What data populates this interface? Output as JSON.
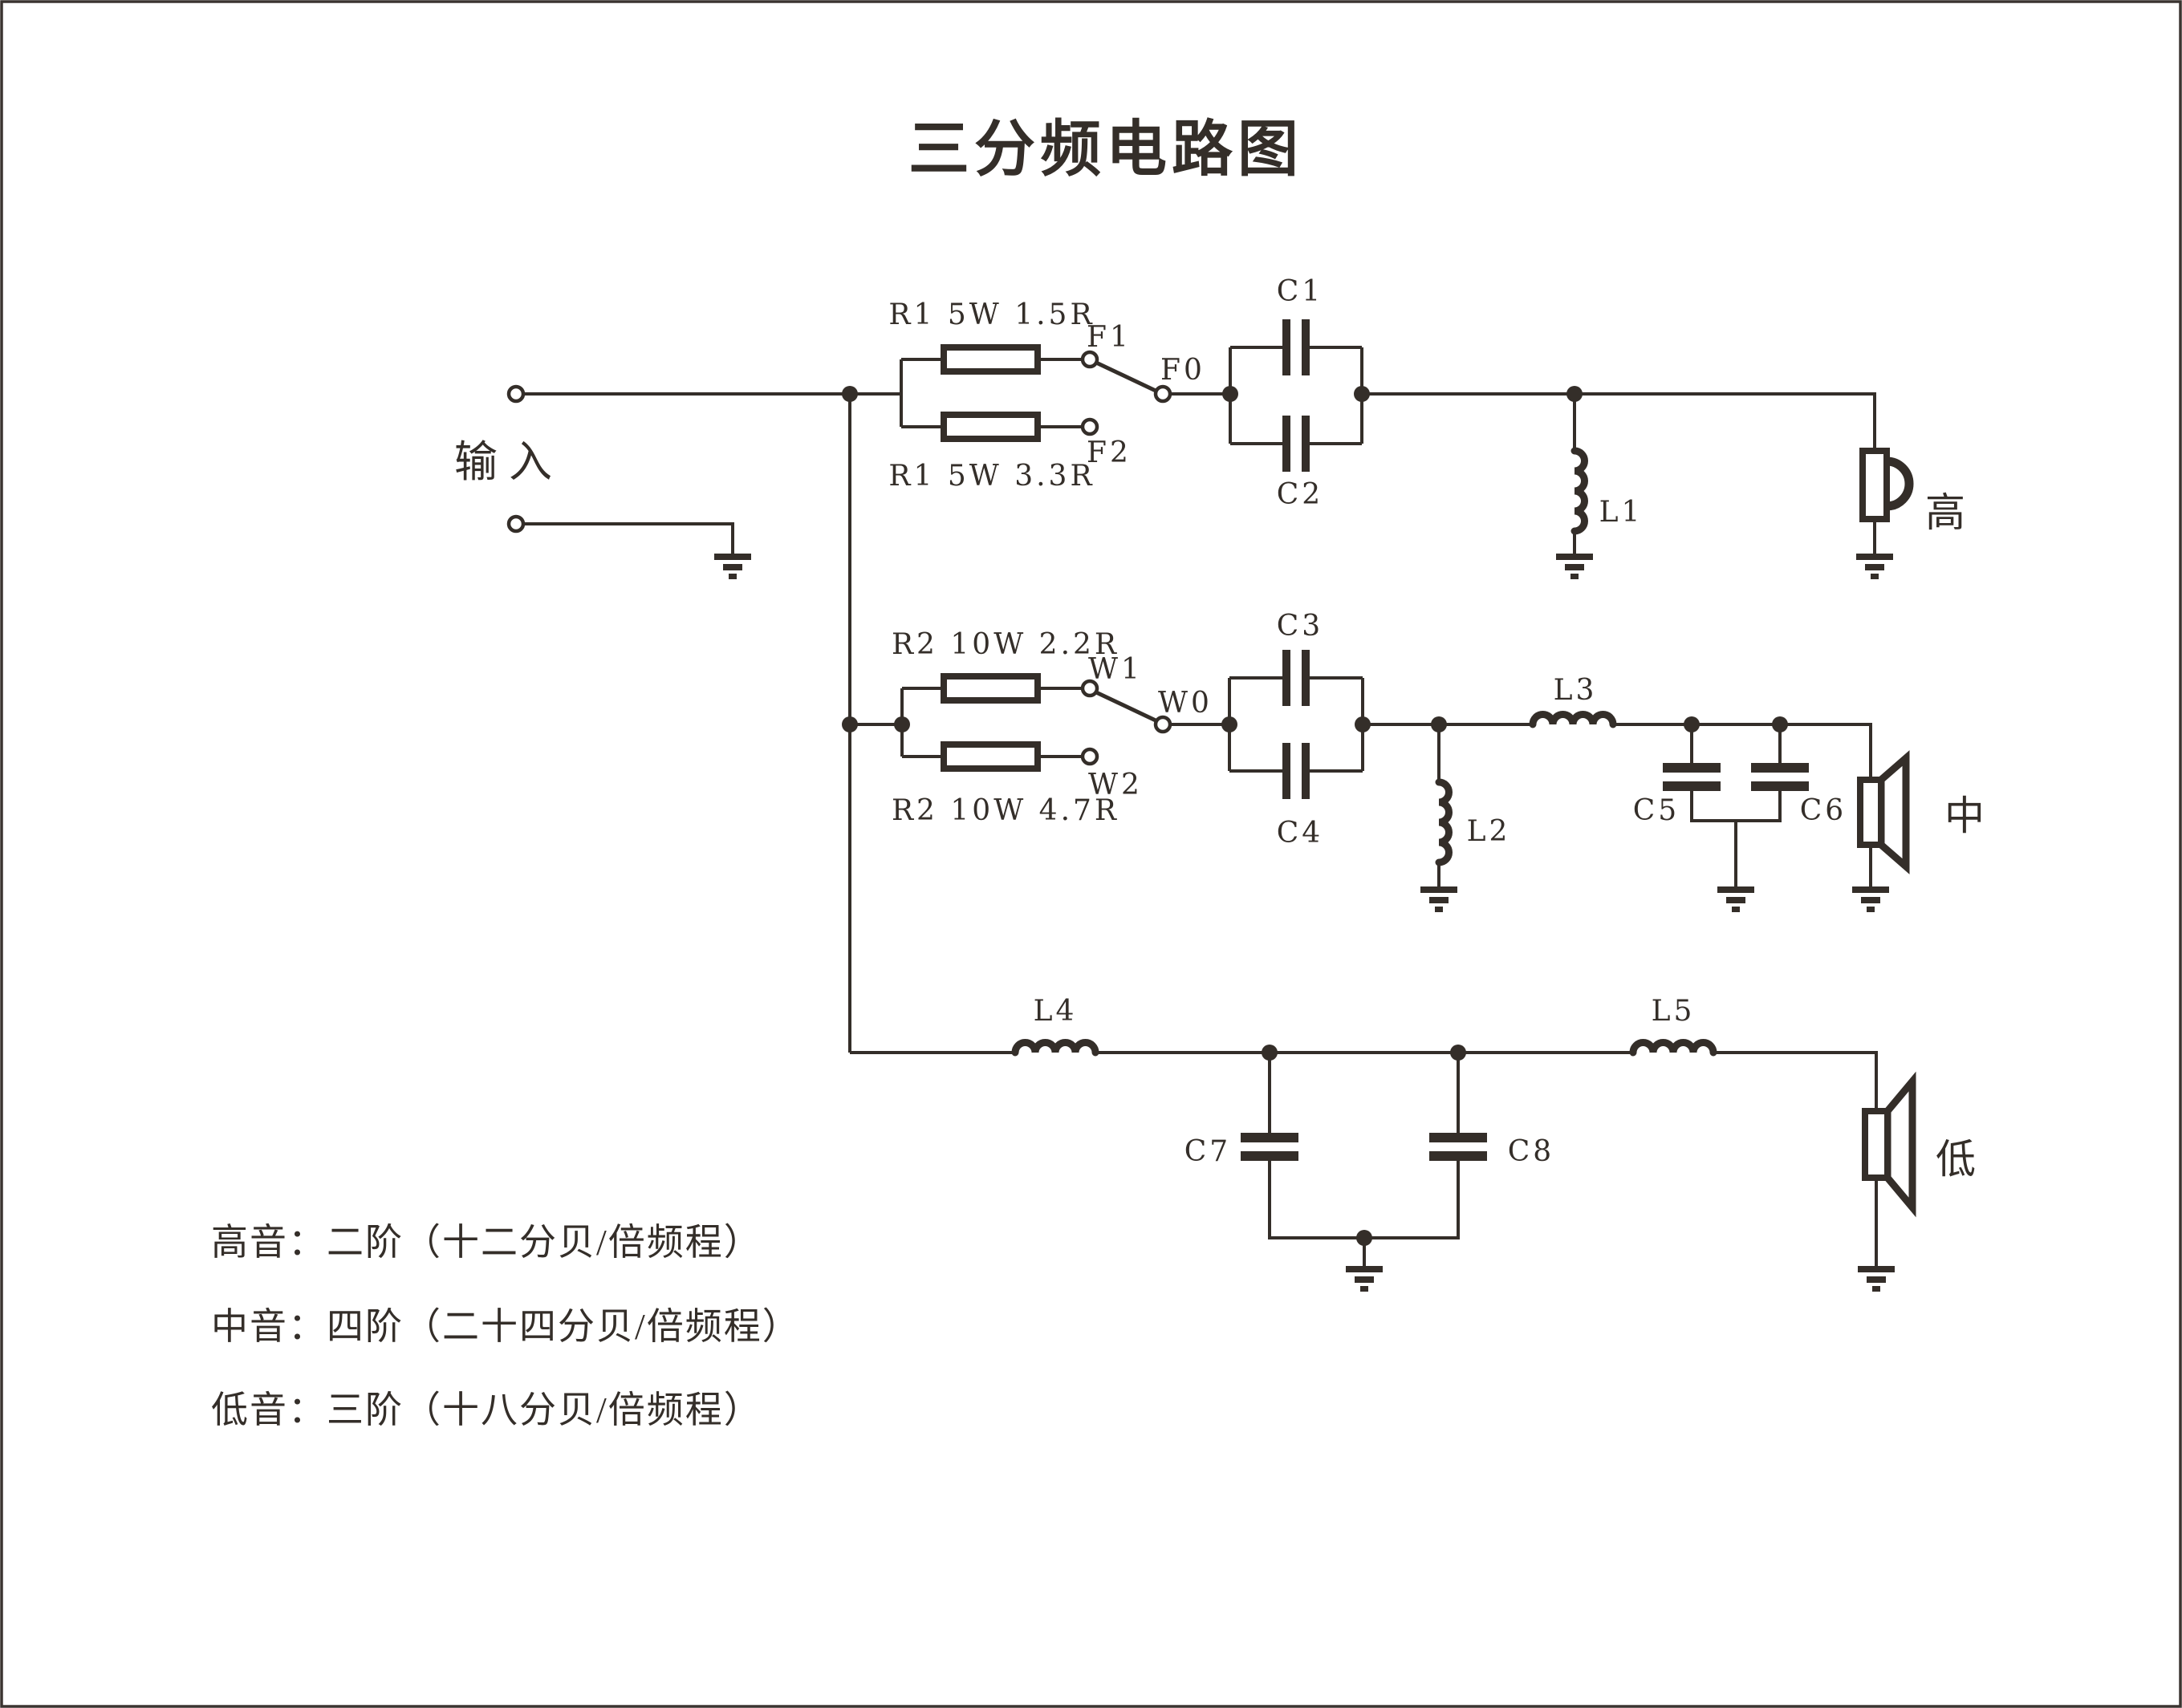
{
  "title": "三分频电路图",
  "colors": {
    "ink": "#342e29",
    "paper": "#ffffff"
  },
  "input": {
    "label": "输入"
  },
  "tweeter_branch": {
    "r_top": "R1 5W 1.5R",
    "r_bottom": "R1 5W 3.3R",
    "f1": "F1",
    "f0": "F0",
    "f2": "F2",
    "c1": "C1",
    "c2": "C2",
    "l1": "L1",
    "speaker": "高"
  },
  "mid_branch": {
    "r_top": "R2 10W 2.2R",
    "r_bottom": "R2 10W 4.7R",
    "w1": "W1",
    "w0": "W0",
    "w2": "W2",
    "c3": "C3",
    "c4": "C4",
    "l2": "L2",
    "l3": "L3",
    "c5": "C5",
    "c6": "C6",
    "speaker": "中"
  },
  "woofer_branch": {
    "l4": "L4",
    "l5": "L5",
    "c7": "C7",
    "c8": "C8",
    "speaker": "低"
  },
  "notes": {
    "line1": "高音：二阶（十二分贝/倍频程）",
    "line2": "中音：四阶（二十四分贝/倍频程）",
    "line3": "低音：三阶（十八分贝/倍频程）"
  }
}
